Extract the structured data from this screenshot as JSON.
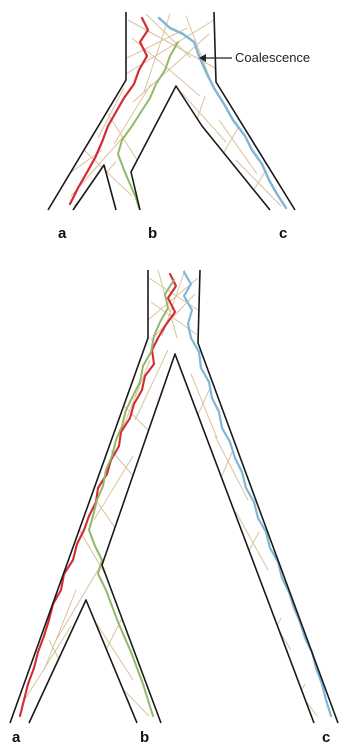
{
  "colors": {
    "branch_outline": "#1a1a1a",
    "genealogy_background": "#d8bf98",
    "lineage_a": "#d42a34",
    "lineage_b": "#93b86a",
    "lineage_c": "#7fb6d6"
  },
  "top_diagram": {
    "annotation": "Coalescence",
    "labels": {
      "a": "a",
      "b": "b",
      "c": "c"
    }
  },
  "bottom_diagram": {
    "labels": {
      "a": "a",
      "b": "b",
      "c": "c"
    }
  }
}
